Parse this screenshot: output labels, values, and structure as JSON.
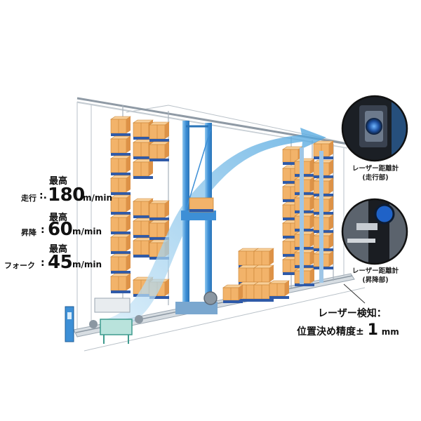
{
  "specs": [
    {
      "top": "最高",
      "label": "走行",
      "colon": ":.",
      "value": "180",
      "unit": "m/min"
    },
    {
      "top": "最高",
      "label": "昇降",
      "colon": ":",
      "value": "60",
      "unit": "m/min"
    },
    {
      "top": "最高",
      "label": "フォーク",
      "colon": ":",
      "value": "45",
      "unit": "m/min"
    }
  ],
  "insets": [
    {
      "line1": "レーザー距離計",
      "line2": "(走行部)"
    },
    {
      "line1": "レーザー距離計",
      "line2": "(昇降部)"
    }
  ],
  "laser": {
    "line1": "レーザー検知：",
    "line2_prefix": "位置決め精度±",
    "line2_value": "1",
    "line2_unit": "mm"
  },
  "colors": {
    "frame_blue": "#3d8fd6",
    "pallet_blue": "#2f5aa8",
    "box_orange": "#f2b36a",
    "box_shade": "#dd9247",
    "flow_arrow": "#7cc0ea",
    "rail_gray": "#9aa6b1"
  }
}
